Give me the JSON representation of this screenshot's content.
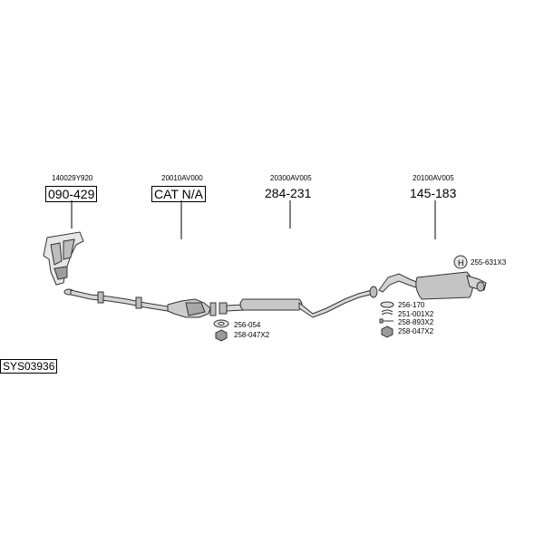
{
  "parts": [
    {
      "oem": "140029Y920",
      "number": "090-429"
    },
    {
      "oem": "20010AV000",
      "number": "CAT N/A"
    },
    {
      "oem": "20300AV005",
      "number": "284-231"
    },
    {
      "oem": "20100AV005",
      "number": "145-183"
    }
  ],
  "hardware": {
    "front": [
      "256-054",
      "258-047X2"
    ],
    "rear": [
      "256-170",
      "251-001X2",
      "258-893X2",
      "258-047X2"
    ],
    "hanger": "255-631X3"
  },
  "system_code": "SYS03936"
}
